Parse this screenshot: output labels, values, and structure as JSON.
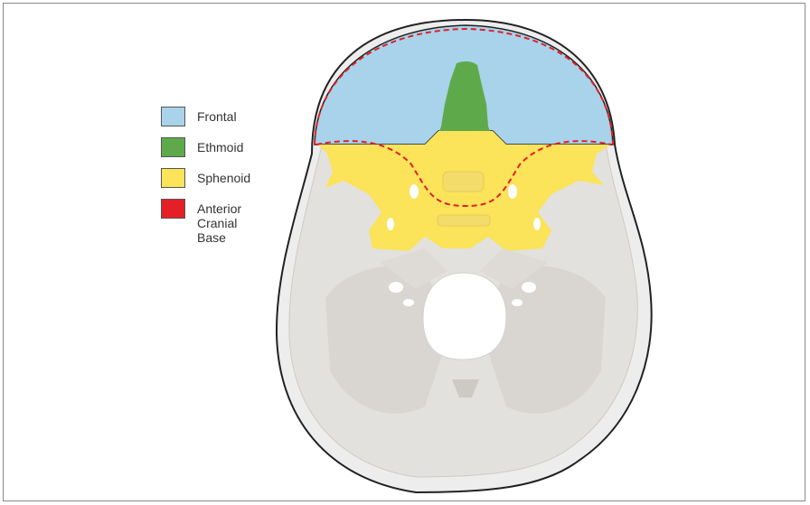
{
  "legend": {
    "items": [
      {
        "label": "Frontal",
        "color": "#a8d3ea"
      },
      {
        "label": "Ethmoid",
        "color": "#5eaa4a"
      },
      {
        "label": "Sphenoid",
        "color": "#fbe35a"
      },
      {
        "label": "Anterior\nCranial\nBase",
        "color": "#e41f26"
      }
    ]
  },
  "colors": {
    "skull_outer": "#ededed",
    "skull_inner": "#e3e1de",
    "bone_shadow": "#d4d1cc",
    "outline": "#222222",
    "dashed_line": "#e41f26"
  },
  "icons": {
    "diagram": "skull-base-superior-view"
  }
}
